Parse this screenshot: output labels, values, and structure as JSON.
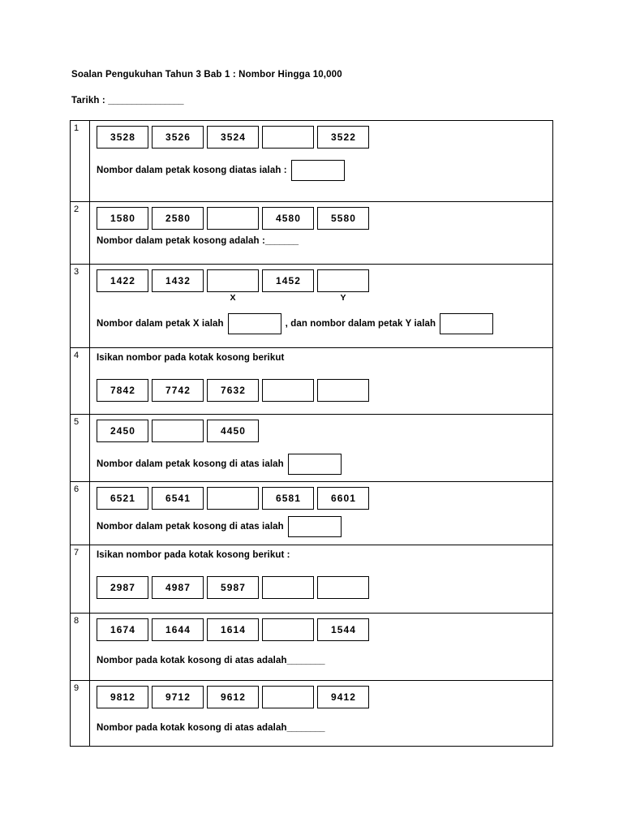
{
  "document": {
    "title": "Soalan Pengukuhan Tahun 3 Bab 1 : Nombor Hingga 10,000",
    "date_label": "Tarikh : ",
    "date_blank": "________________"
  },
  "questions": [
    {
      "number": "1",
      "boxes": [
        "3528",
        "3526",
        "3524",
        "",
        "3522"
      ],
      "prompt_before": "Nombor dalam petak kosong diatas ialah :",
      "answer_kind": "box"
    },
    {
      "number": "2",
      "boxes": [
        "1580",
        "2580",
        "",
        "4580",
        "5580"
      ],
      "prompt_before": "Nombor dalam petak kosong adalah :",
      "answer_kind": "underline",
      "blank": "_______"
    },
    {
      "number": "3",
      "boxes": [
        "1422",
        "1432",
        "",
        "1452",
        ""
      ],
      "box_labels": [
        "",
        "",
        "X",
        "",
        "Y"
      ],
      "prompt_x": "Nombor dalam petak X ialah",
      "prompt_y": ", dan nombor dalam petak Y ialah",
      "answer_kind": "two-boxes"
    },
    {
      "number": "4",
      "instruction": "Isikan nombor pada kotak kosong berikut",
      "boxes": [
        "7842",
        "7742",
        "7632",
        "",
        ""
      ],
      "answer_kind": "none"
    },
    {
      "number": "5",
      "boxes": [
        "2450",
        "",
        "4450"
      ],
      "prompt_before": "Nombor dalam petak kosong di atas ialah",
      "answer_kind": "box"
    },
    {
      "number": "6",
      "boxes": [
        "6521",
        "6541",
        "",
        "6581",
        "6601"
      ],
      "prompt_before": "Nombor dalam petak kosong di atas ialah",
      "answer_kind": "box"
    },
    {
      "number": "7",
      "instruction": "Isikan nombor pada kotak kosong berikut :",
      "boxes": [
        "2987",
        "4987",
        "5987",
        "",
        ""
      ],
      "answer_kind": "none"
    },
    {
      "number": "8",
      "boxes": [
        "1674",
        "1644",
        "1614",
        "",
        "1544"
      ],
      "prompt_before": "Nombor pada kotak kosong di atas adalah ",
      "answer_kind": "underline",
      "blank": "________"
    },
    {
      "number": "9",
      "boxes": [
        "9812",
        "9712",
        "9612",
        "",
        "9412"
      ],
      "prompt_before": "Nombor pada kotak kosong di atas adalah ",
      "answer_kind": "underline",
      "blank": "________"
    }
  ]
}
